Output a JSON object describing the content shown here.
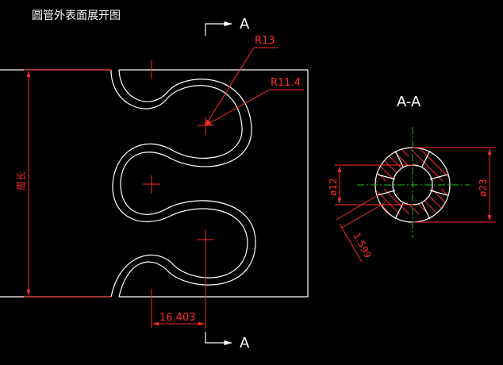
{
  "drawing": {
    "title": "圆管外表面展开图",
    "section_label_top": "A",
    "section_label_bottom": "A",
    "section_view_label": "A-A",
    "dim_r_outer": "R13",
    "dim_r_inner": "R11.4",
    "dim_offset": "16.403",
    "dim_perimeter": "周长",
    "dim_inner_dia": "ø12",
    "dim_outer_dia": "ø23",
    "dim_thickness": "1.599"
  },
  "colors": {
    "background": "#000000",
    "outline": "#ffffff",
    "dimension": "#ff2a2a",
    "centerline": "#19c819"
  }
}
